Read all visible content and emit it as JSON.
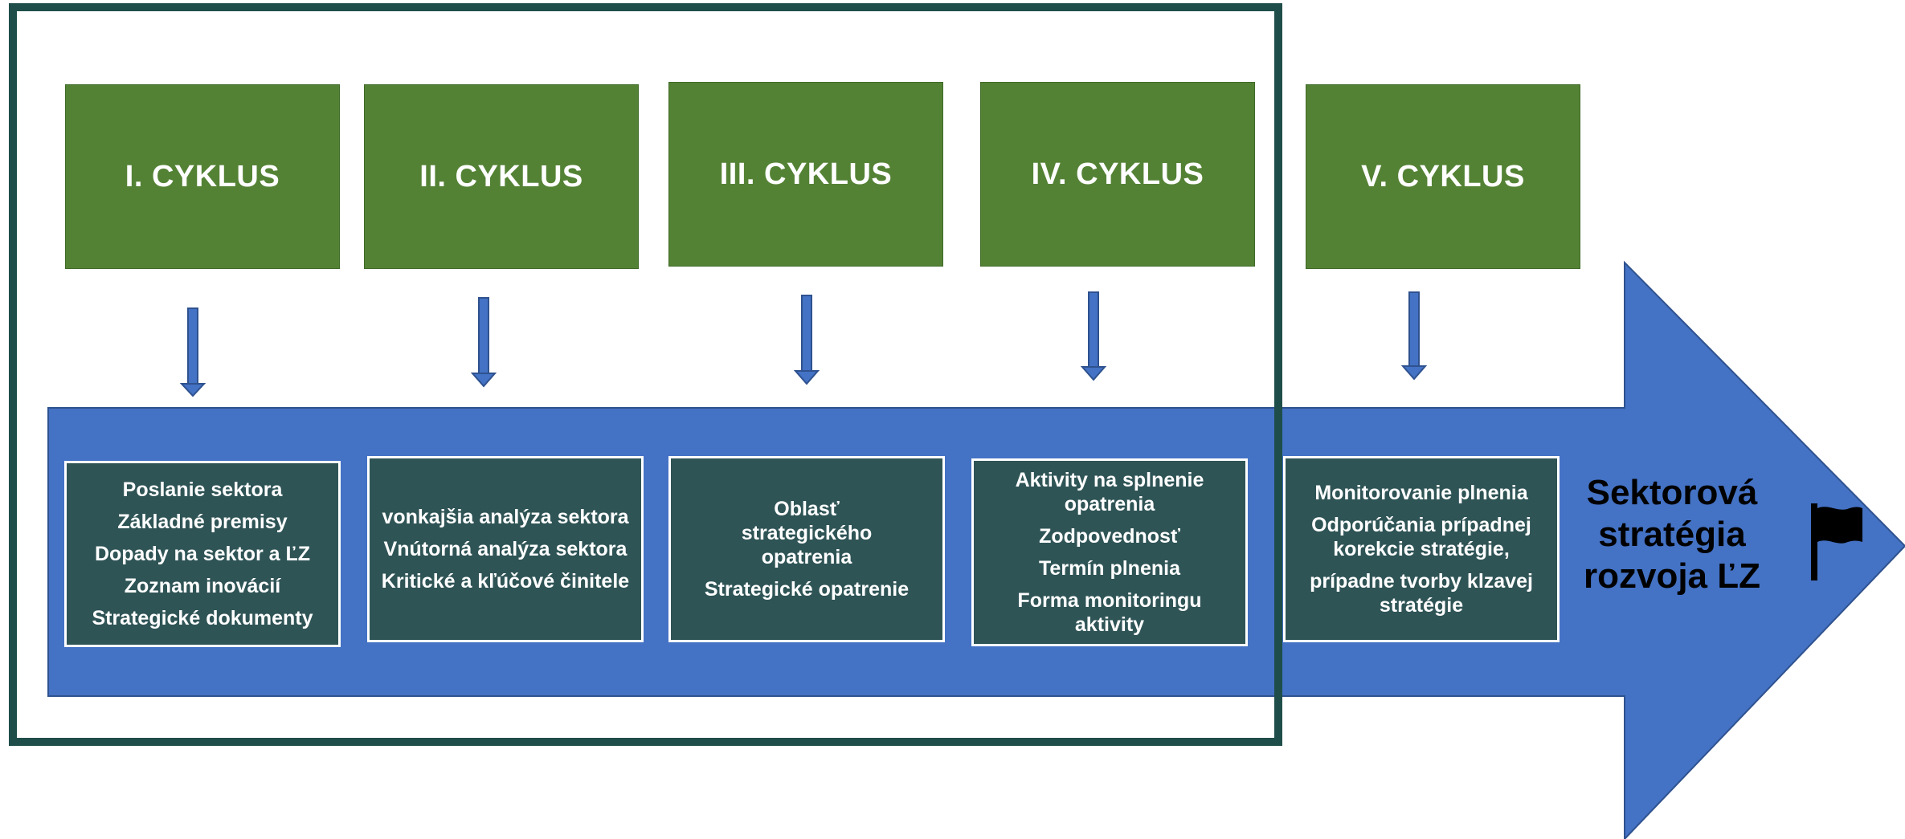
{
  "colors": {
    "cycle_green": "#548235",
    "content_teal": "#2f5456",
    "band_blue": "#4472c4",
    "frame_dark": "#1f4e4a"
  },
  "cycles": [
    {
      "label": "I. CYKLUS",
      "items": [
        "Poslanie sektora",
        "Základné premisy",
        "Dopady na sektor a ĽZ",
        "Zoznam inovácií",
        "Strategické dokumenty"
      ]
    },
    {
      "label": "II. CYKLUS",
      "items": [
        "vonkajšia analýza sektora",
        "Vnútorná analýza sektora",
        "Kritické a kľúčové činitele"
      ]
    },
    {
      "label": "III. CYKLUS",
      "items": [
        "Oblasť strategického opatrenia",
        "Strategické opatrenie"
      ]
    },
    {
      "label": "IV. CYKLUS",
      "items": [
        "Aktivity na splnenie opatrenia",
        "Zodpovednosť",
        "Termín plnenia",
        "Forma monitoringu aktivity"
      ]
    },
    {
      "label": "V. CYKLUS",
      "items": [
        "Monitorovanie plnenia",
        "Odporúčania prípadnej korekcie stratégie,",
        "prípadne tvorby klzavej stratégie"
      ]
    }
  ],
  "goal": {
    "line1": "Sektorová",
    "line2": "stratégia",
    "line3": "rozvoja ĽZ",
    "icon": "flag-icon"
  }
}
